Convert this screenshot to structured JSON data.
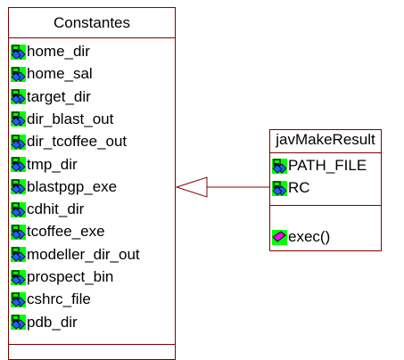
{
  "classes": {
    "constantes": {
      "name": "Constantes",
      "attributes": [
        {
          "label": "home_dir"
        },
        {
          "label": "home_sal"
        },
        {
          "label": "target_dir"
        },
        {
          "label": "dir_blast_out"
        },
        {
          "label": "dir_tcoffee_out"
        },
        {
          "label": "tmp_dir"
        },
        {
          "label": "blastpgp_exe"
        },
        {
          "label": "cdhit_dir"
        },
        {
          "label": "tcoffee_exe"
        },
        {
          "label": "modeller_dir_out"
        },
        {
          "label": "prospect_bin"
        },
        {
          "label": "cshrc_file"
        },
        {
          "label": "pdb_dir"
        }
      ],
      "attribute_icon": "protected-attribute-icon"
    },
    "javmakeresult": {
      "name": "javMakeResult",
      "attributes": [
        {
          "label": "PATH_FILE"
        },
        {
          "label": "RC"
        }
      ],
      "operations": [
        {
          "label": "exec()"
        }
      ],
      "attribute_icon": "protected-attribute-icon",
      "operation_icon": "public-operation-icon"
    }
  },
  "relationship": {
    "type": "generalization",
    "from": "javMakeResult",
    "to": "Constantes"
  },
  "colors": {
    "border": "#800000",
    "icon_green": "#00ff00",
    "icon_blue": "#2060ff",
    "operation_magenta": "#ff00ff"
  }
}
